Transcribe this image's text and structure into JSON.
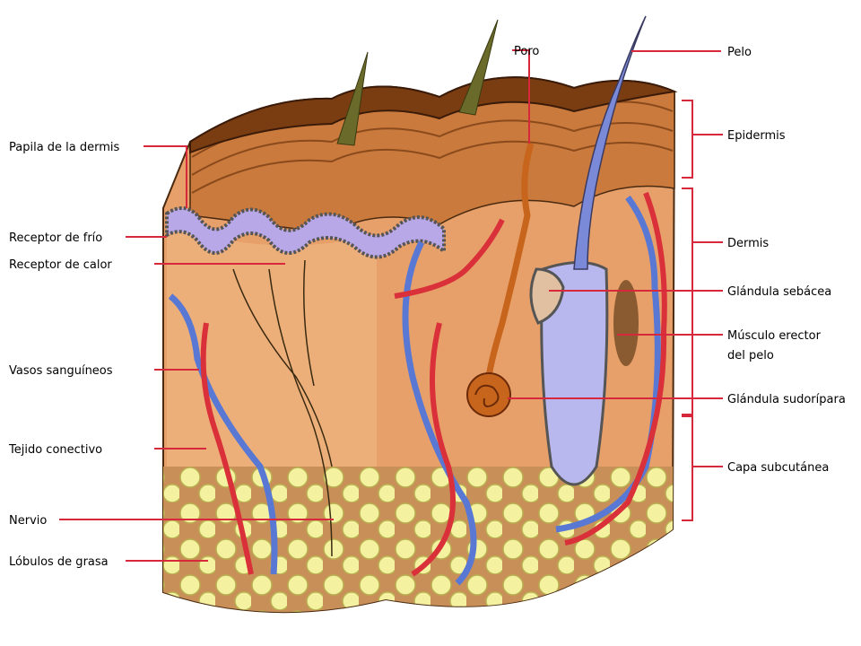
{
  "labels": {
    "left": [
      "Papila de la dermis",
      "Receptor de frío",
      "Receptor de calor",
      "Vasos sanguíneos",
      "Tejido conectivo",
      "Nervio",
      "Lóbulos de grasa"
    ],
    "top": "Poro",
    "right": {
      "pelo": "Pelo",
      "epidermis": "Epidermis",
      "dermis": "Dermis",
      "sebacea": "Glándula sebácea",
      "musculo_1": "Músculo erector",
      "musculo_2": "del pelo",
      "sudoripara": "Glándula sudorípara",
      "subcutanea": "Capa subcutánea"
    }
  },
  "colors": {
    "leader": "#d8283c",
    "surface": "#7a3d12",
    "epidermis": "#c97a3c",
    "dermis": "#e8a06a",
    "artery": "#d9303a",
    "vein": "#5878d4",
    "fat": "#f4f2a0",
    "follicle": "#b8b8ee",
    "gland": "#c8651c"
  }
}
